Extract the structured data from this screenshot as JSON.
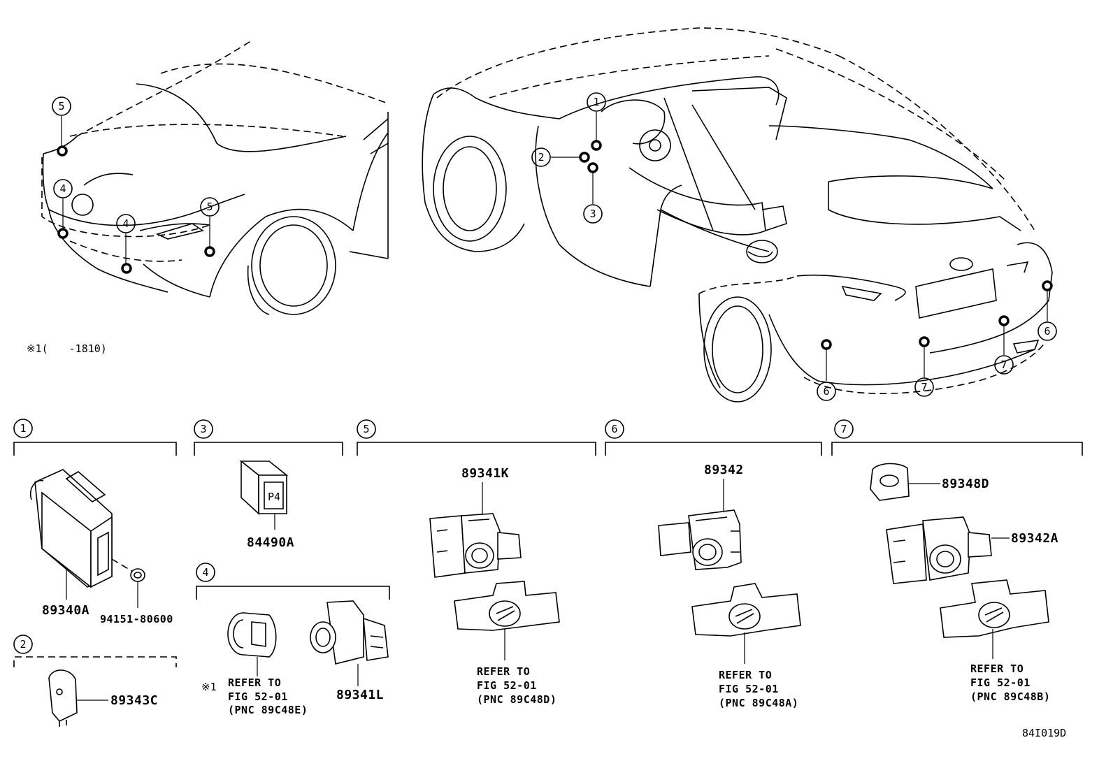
{
  "callouts": {
    "c1": "1",
    "c2": "2",
    "c3": "3",
    "c4": "4",
    "c5": "5",
    "c6": "6",
    "c7": "7"
  },
  "note": "※1(　　-1810)",
  "groups": {
    "g1": {
      "marker": "1",
      "parts": {
        "ecu": "89340A",
        "clip": "94151-80600"
      }
    },
    "g2": {
      "marker": "2",
      "parts": {
        "buzzer": "89343C"
      }
    },
    "g3": {
      "marker": "3",
      "parts": {
        "switch": "84490A"
      },
      "switch_glyph": "P4"
    },
    "g4": {
      "marker": "4",
      "parts": {
        "sensor": "89341L"
      },
      "star": "※1",
      "refer": [
        "REFER TO",
        "FIG 52-01",
        "(PNC 89C48E)"
      ]
    },
    "g5": {
      "marker": "5",
      "parts": {
        "sensor": "89341K"
      },
      "refer": [
        "REFER TO",
        "FIG 52-01",
        "(PNC 89C48D)"
      ]
    },
    "g6": {
      "marker": "6",
      "parts": {
        "sensor": "89342"
      },
      "refer": [
        "REFER TO",
        "FIG 52-01",
        "(PNC 89C48A)"
      ]
    },
    "g7": {
      "marker": "7",
      "parts": {
        "cover": "89348D",
        "sensor": "89342A"
      },
      "refer": [
        "REFER TO",
        "FIG 52-01",
        "(PNC 89C48B)"
      ]
    }
  },
  "diagram_id": "84I019D"
}
